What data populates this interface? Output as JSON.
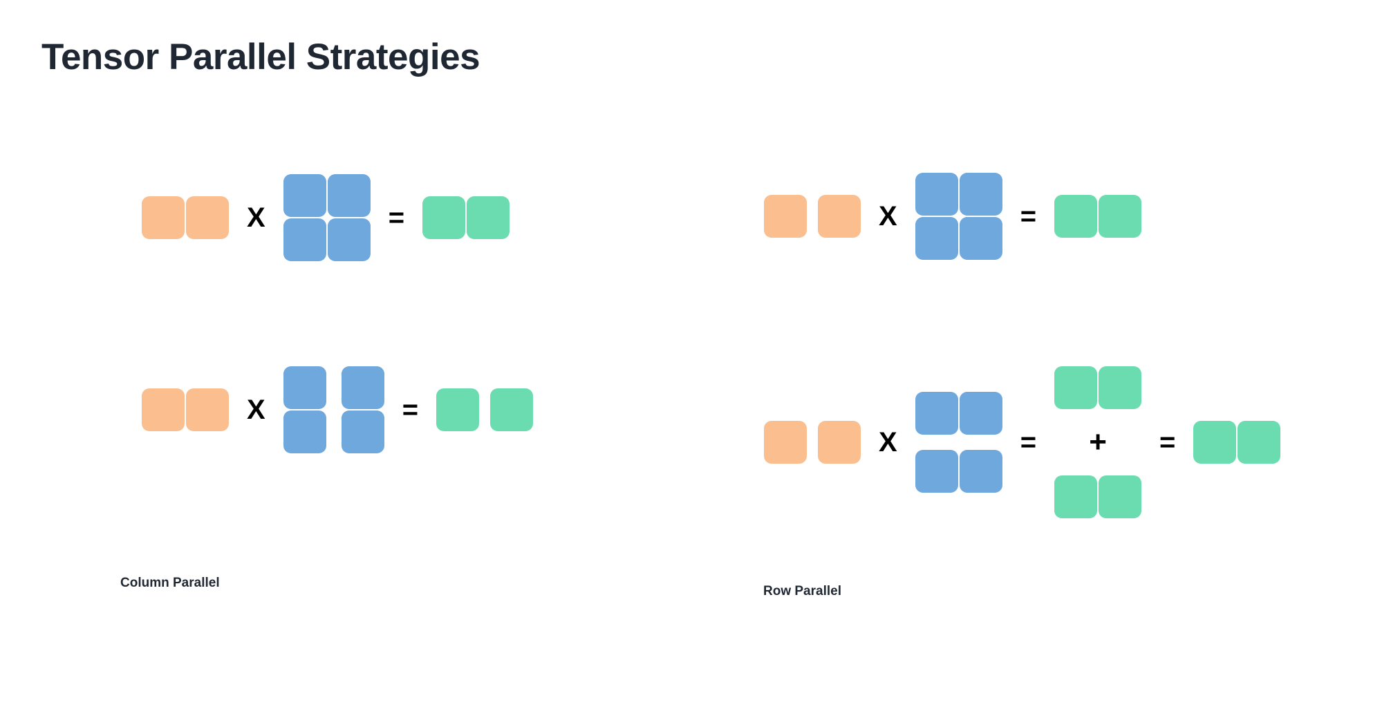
{
  "page": {
    "title": "Tensor Parallel Strategies",
    "background": "#ffffff"
  },
  "colors": {
    "input_orange": "#fbbf8f",
    "weight_blue": "#6fa8dc",
    "output_green": "#6bdcaf",
    "text_dark": "#1f2733",
    "operator_black": "#000000"
  },
  "operators": {
    "multiply": "X",
    "equals": "=",
    "plus": "+"
  },
  "captions": {
    "column_parallel": "Column Parallel",
    "row_parallel": "Row Parallel"
  },
  "diagrams": [
    {
      "id": "column-parallel-full",
      "caption": "Column Parallel",
      "description": "Unsharded matrix multiply reference for column parallel",
      "terms": [
        {
          "role": "input",
          "color": "#fbbf8f",
          "rows": 1,
          "cols": 2,
          "split": "none"
        },
        {
          "role": "operator",
          "symbol": "X"
        },
        {
          "role": "weight",
          "color": "#6fa8dc",
          "rows": 2,
          "cols": 2,
          "split": "none"
        },
        {
          "role": "operator",
          "symbol": "="
        },
        {
          "role": "output",
          "color": "#6bdcaf",
          "rows": 1,
          "cols": 2,
          "split": "none"
        }
      ]
    },
    {
      "id": "column-parallel-split",
      "caption": "Column Parallel",
      "description": "Weight matrix sharded by columns; output sharded by columns",
      "terms": [
        {
          "role": "input",
          "color": "#fbbf8f",
          "rows": 1,
          "cols": 2,
          "split": "none"
        },
        {
          "role": "operator",
          "symbol": "X"
        },
        {
          "role": "weight",
          "color": "#6fa8dc",
          "rows": 2,
          "cols": 2,
          "split": "columns"
        },
        {
          "role": "operator",
          "symbol": "="
        },
        {
          "role": "output",
          "color": "#6bdcaf",
          "rows": 1,
          "cols": 2,
          "split": "columns"
        }
      ]
    },
    {
      "id": "row-parallel-full",
      "caption": "Row Parallel",
      "description": "Unsharded matrix multiply reference for row parallel",
      "terms": [
        {
          "role": "input",
          "color": "#fbbf8f",
          "rows": 1,
          "cols": 2,
          "split": "columns"
        },
        {
          "role": "operator",
          "symbol": "X"
        },
        {
          "role": "weight",
          "color": "#6fa8dc",
          "rows": 2,
          "cols": 2,
          "split": "none"
        },
        {
          "role": "operator",
          "symbol": "="
        },
        {
          "role": "output",
          "color": "#6bdcaf",
          "rows": 1,
          "cols": 2,
          "split": "none"
        }
      ]
    },
    {
      "id": "row-parallel-split",
      "caption": "Row Parallel",
      "description": "Weight matrix sharded by rows; partial outputs summed via all-reduce",
      "terms": [
        {
          "role": "input",
          "color": "#fbbf8f",
          "rows": 1,
          "cols": 2,
          "split": "columns"
        },
        {
          "role": "operator",
          "symbol": "X"
        },
        {
          "role": "weight",
          "color": "#6fa8dc",
          "rows": 2,
          "cols": 2,
          "split": "rows"
        },
        {
          "role": "operator",
          "symbol": "="
        },
        {
          "role": "partial-sum",
          "color": "#6bdcaf",
          "parts": 2,
          "rows": 1,
          "cols": 2,
          "operator": "+"
        },
        {
          "role": "operator",
          "symbol": "="
        },
        {
          "role": "output",
          "color": "#6bdcaf",
          "rows": 1,
          "cols": 2,
          "split": "none"
        }
      ]
    }
  ]
}
